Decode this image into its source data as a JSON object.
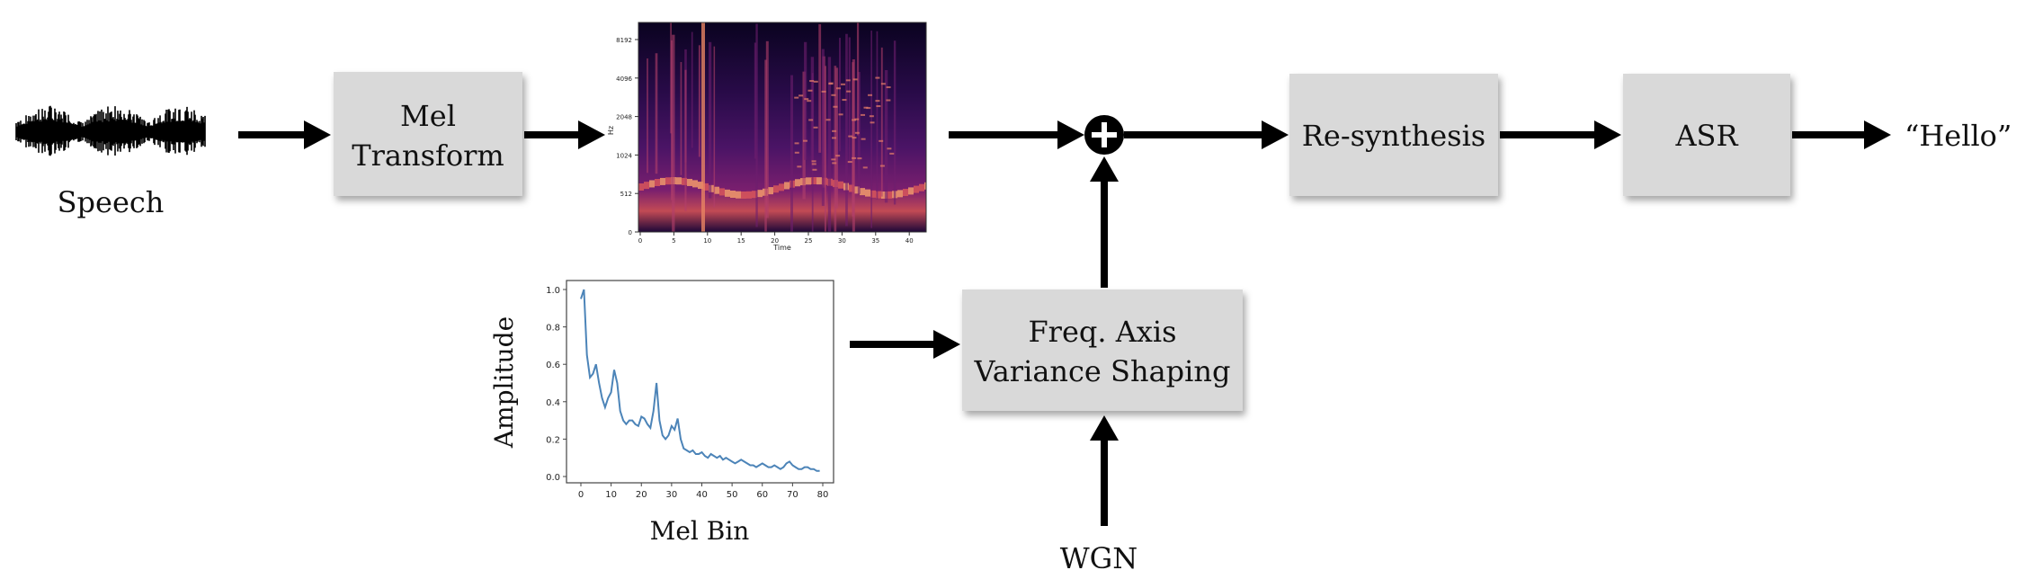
{
  "labels": {
    "speech": "Speech",
    "mel_transform_line1": "Mel",
    "mel_transform_line2": "Transform",
    "resynthesis": "Re-synthesis",
    "asr": "ASR",
    "output": "“Hello”",
    "freq_axis_line1": "Freq. Axis",
    "freq_axis_line2": "Variance Shaping",
    "wgn": "WGN"
  },
  "spectrogram": {
    "ylabel": "Hz",
    "xlabel": "Time",
    "yticks": [
      "8192",
      "4096",
      "2048",
      "1024",
      "512",
      "0"
    ],
    "xticks": [
      "0",
      "5",
      "10",
      "15",
      "20",
      "25",
      "30",
      "35",
      "40"
    ]
  },
  "chart_data": {
    "type": "line",
    "title": "",
    "xlabel": "Mel Bin",
    "ylabel": "Amplitude",
    "xlim": [
      0,
      80
    ],
    "ylim": [
      0,
      1.0
    ],
    "xticks": [
      "0",
      "10",
      "20",
      "30",
      "40",
      "50",
      "60",
      "70",
      "80"
    ],
    "yticks": [
      "0.0",
      "0.2",
      "0.4",
      "0.6",
      "0.8",
      "1.0"
    ],
    "color": "#4c84b8",
    "x": [
      0,
      1,
      2,
      3,
      4,
      5,
      6,
      7,
      8,
      9,
      10,
      11,
      12,
      13,
      14,
      15,
      16,
      17,
      18,
      19,
      20,
      21,
      22,
      23,
      24,
      25,
      26,
      27,
      28,
      29,
      30,
      31,
      32,
      33,
      34,
      35,
      36,
      37,
      38,
      39,
      40,
      41,
      42,
      43,
      44,
      45,
      46,
      47,
      48,
      49,
      50,
      51,
      52,
      53,
      54,
      55,
      56,
      57,
      58,
      59,
      60,
      61,
      62,
      63,
      64,
      65,
      66,
      67,
      68,
      69,
      70,
      71,
      72,
      73,
      74,
      75,
      76,
      77,
      78,
      79
    ],
    "y": [
      0.95,
      1.0,
      0.65,
      0.53,
      0.55,
      0.6,
      0.5,
      0.42,
      0.37,
      0.42,
      0.45,
      0.57,
      0.5,
      0.35,
      0.3,
      0.28,
      0.3,
      0.3,
      0.28,
      0.27,
      0.32,
      0.31,
      0.28,
      0.26,
      0.35,
      0.5,
      0.3,
      0.22,
      0.2,
      0.22,
      0.27,
      0.25,
      0.31,
      0.2,
      0.15,
      0.14,
      0.13,
      0.14,
      0.12,
      0.12,
      0.13,
      0.11,
      0.1,
      0.12,
      0.11,
      0.1,
      0.11,
      0.09,
      0.1,
      0.09,
      0.08,
      0.07,
      0.08,
      0.09,
      0.08,
      0.07,
      0.06,
      0.06,
      0.05,
      0.06,
      0.07,
      0.06,
      0.05,
      0.05,
      0.06,
      0.05,
      0.04,
      0.05,
      0.07,
      0.08,
      0.06,
      0.05,
      0.04,
      0.04,
      0.05,
      0.05,
      0.04,
      0.04,
      0.03,
      0.03
    ]
  },
  "colors": {
    "box_fill": "#d9d9d9",
    "arrow": "#000000",
    "line": "#4c84b8"
  }
}
